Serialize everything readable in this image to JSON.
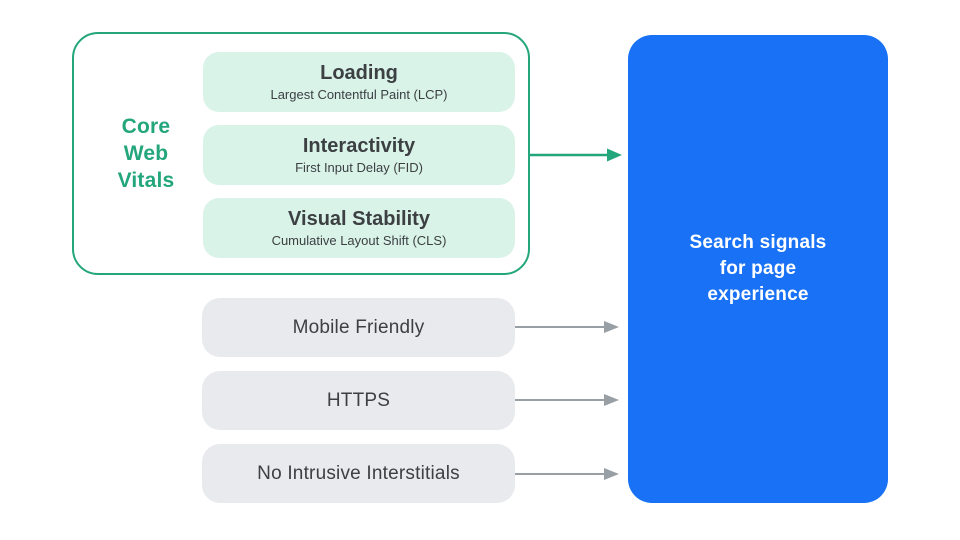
{
  "colors": {
    "accent_green": "#23A67B",
    "light_green": "#DAF3E8",
    "card_gray": "#E9EAED",
    "arrow_gray": "#98A0A6",
    "accent_blue": "#1972F5",
    "text_dark": "#3C4043",
    "text_white": "#FFFFFF"
  },
  "core_web_vitals": {
    "label": "Core\nWeb\nVitals",
    "items": [
      {
        "title": "Loading",
        "subtitle": "Largest Contentful Paint (LCP)"
      },
      {
        "title": "Interactivity",
        "subtitle": "First Input Delay (FID)"
      },
      {
        "title": "Visual Stability",
        "subtitle": "Cumulative Layout Shift (CLS)"
      }
    ]
  },
  "other_signals": {
    "items": [
      {
        "label": "Mobile Friendly"
      },
      {
        "label": "HTTPS"
      },
      {
        "label": "No Intrusive Interstitials"
      }
    ]
  },
  "result": {
    "label": "Search signals\nfor page\nexperience"
  }
}
